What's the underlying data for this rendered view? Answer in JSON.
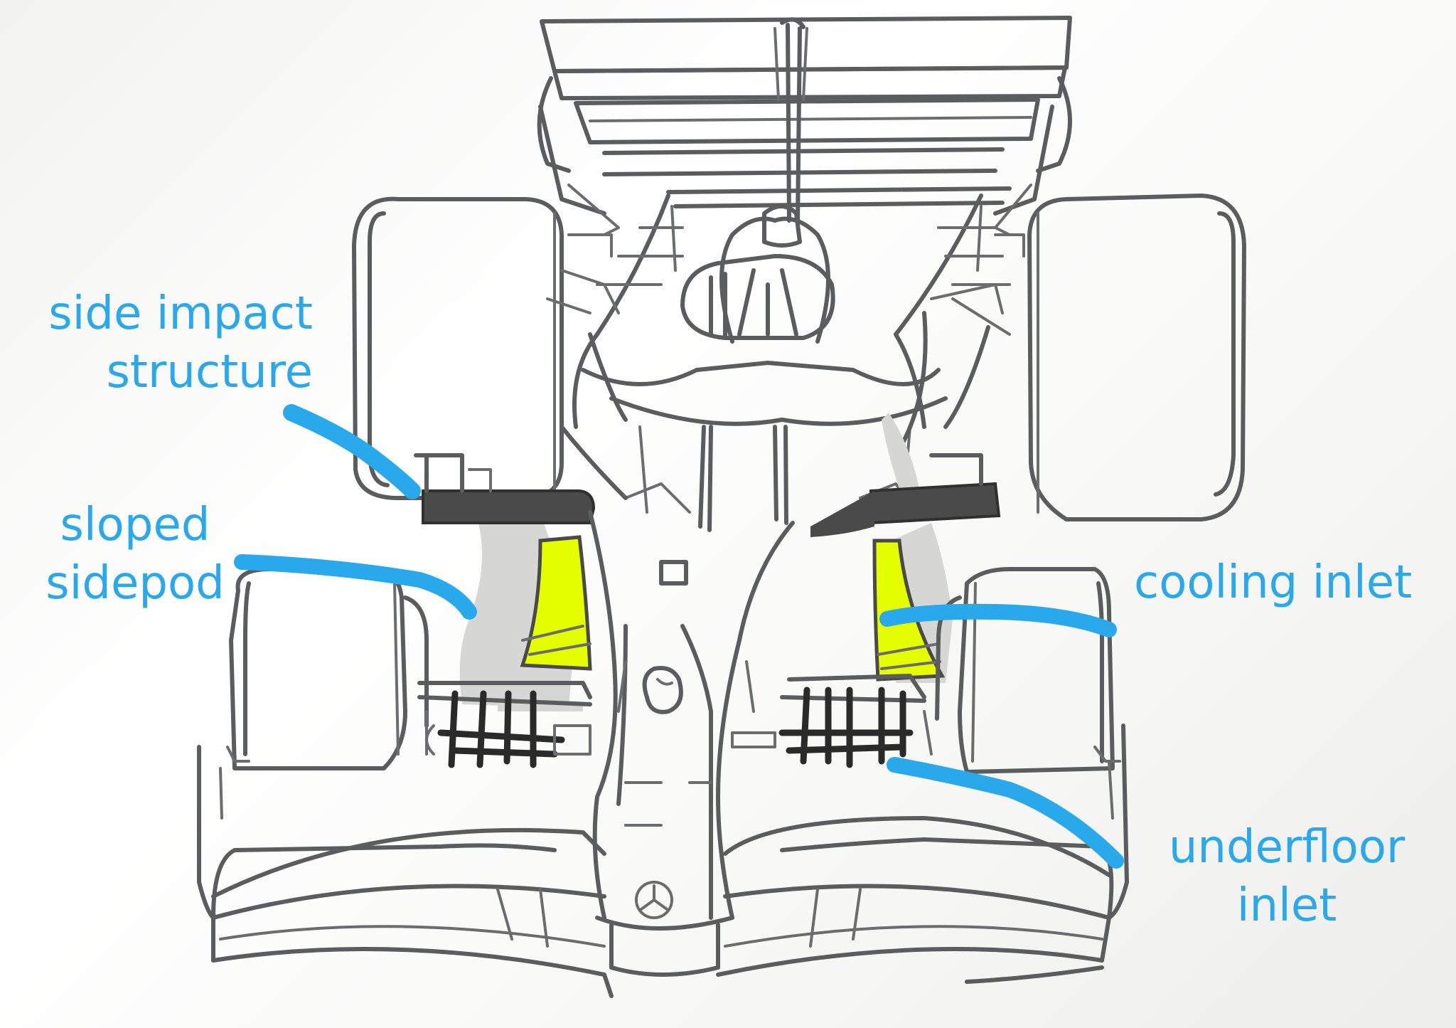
{
  "labels": {
    "side_impact": [
      "side impact",
      "structure"
    ],
    "sloped_sidepod": [
      "sloped",
      "sidepod"
    ],
    "cooling_inlet": [
      "cooling inlet"
    ],
    "underfloor_inlet": [
      "underfloor",
      "inlet"
    ]
  },
  "colors": {
    "annotation": "#2aa8ec",
    "outline": "#5a5c5e",
    "sidepod_shade": "#d6d6d4",
    "side_impact_fill": "#4a4a4a",
    "cooling_inlet_fill": "#e3ff00",
    "underfloor_ink": "#2a2a2a"
  }
}
